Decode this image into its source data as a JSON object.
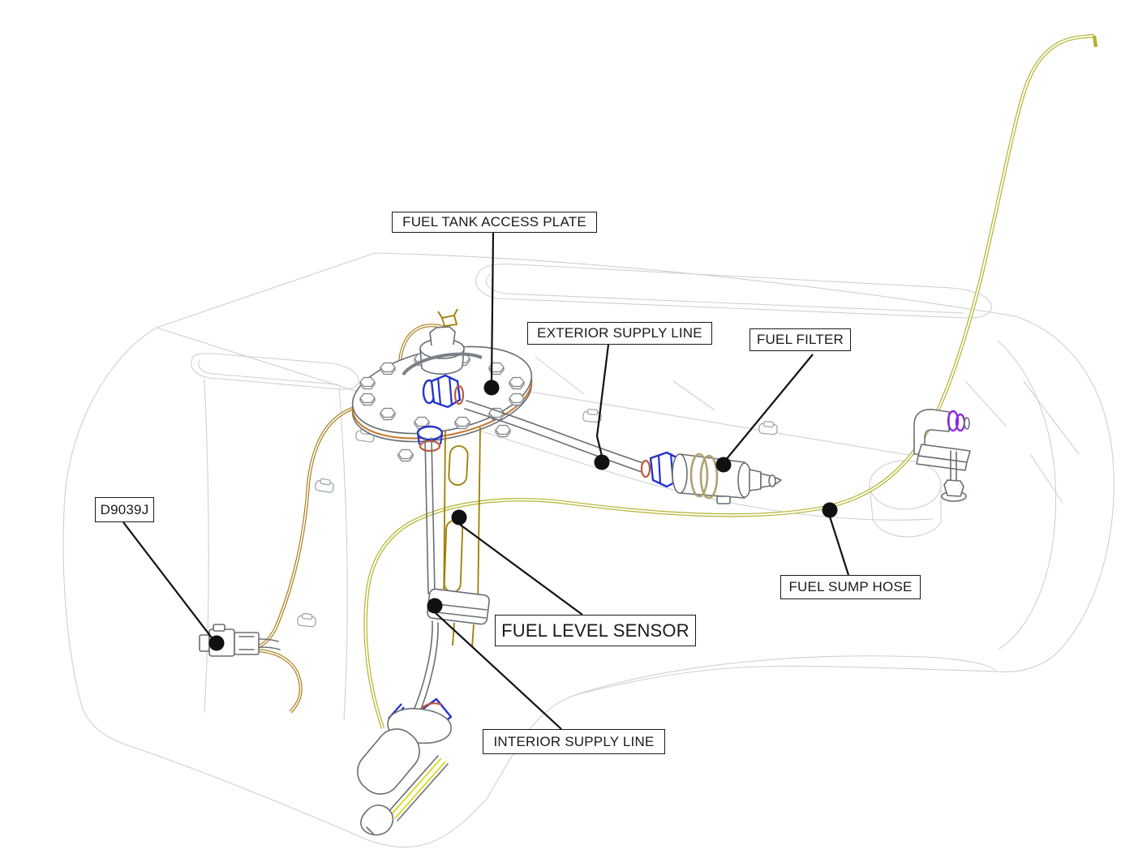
{
  "diagram": {
    "type": "technical-illustration",
    "subject": "Fuel tank module – component callout diagram",
    "callouts": {
      "access_plate": {
        "label": "FUEL TANK ACCESS PLATE"
      },
      "exterior_supply": {
        "label": "EXTERIOR SUPPLY LINE"
      },
      "fuel_filter": {
        "label": "FUEL FILTER"
      },
      "connector": {
        "label": "D9039J"
      },
      "sump_hose": {
        "label": "FUEL SUMP HOSE"
      },
      "level_sensor": {
        "label": "FUEL LEVEL SENSOR"
      },
      "interior_supply": {
        "label": "INTERIOR SUPPLY LINE"
      }
    },
    "colors": {
      "wire": "#ccd0d4",
      "outline": "#696e74",
      "leader": "#111111",
      "hose_olive": "#b3b32e",
      "harness_amber": "#a87b14",
      "tube_gold": "#9e7d00",
      "fitting_blue": "#2433cc",
      "ring_purple": "#8a2be2",
      "ferrule_red": "#c05a40",
      "filter_tan": "#b0a070",
      "rim_orange": "#c8762a",
      "pickup_yellow": "#d6d400"
    }
  }
}
